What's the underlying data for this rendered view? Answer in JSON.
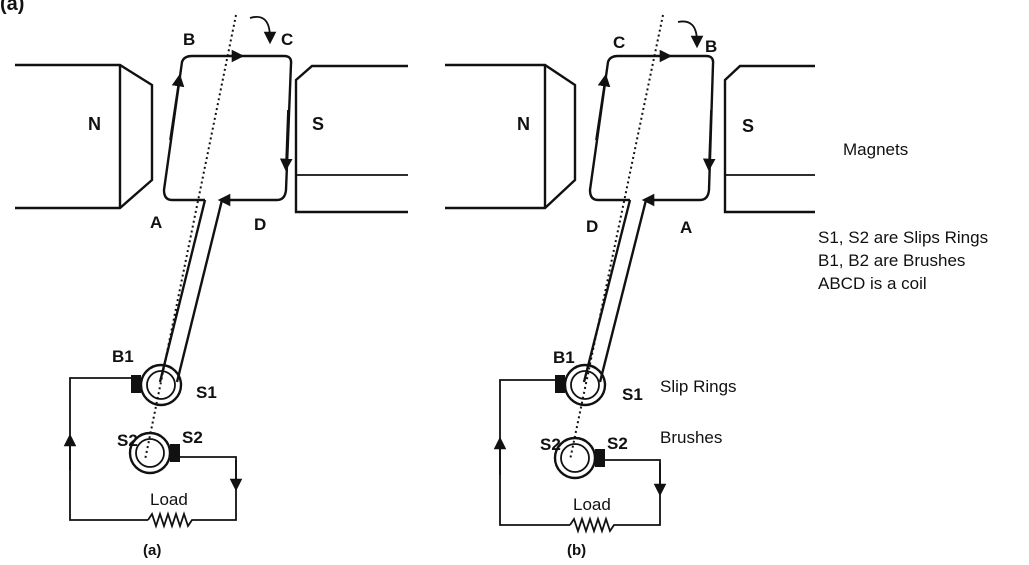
{
  "corner_label": "(a)",
  "panel_a": {
    "caption": "(a)",
    "magnet_left": "N",
    "magnet_right": "S",
    "corners": {
      "a": "A",
      "b": "B",
      "c": "C",
      "d": "D"
    },
    "brush1": "B1",
    "ring1": "S1",
    "ring2": "S2",
    "brush2": "S2",
    "load": "Load"
  },
  "panel_b": {
    "caption": "(b)",
    "magnet_left": "N",
    "magnet_right": "S",
    "corners": {
      "top_left": "C",
      "top_right": "B",
      "bottom_left": "D",
      "bottom_right": "A"
    },
    "brush1": "B1",
    "ring1": "S1",
    "ring2": "S2",
    "brush2": "S2",
    "load": "Load",
    "slip_rings_label": "Slip Rings",
    "brushes_label": "Brushes"
  },
  "legend": {
    "magnets": "Magnets",
    "line1": "S1, S2 are Slips Rings",
    "line2": "B1, B2 are Brushes",
    "line3": "ABCD is a coil"
  }
}
